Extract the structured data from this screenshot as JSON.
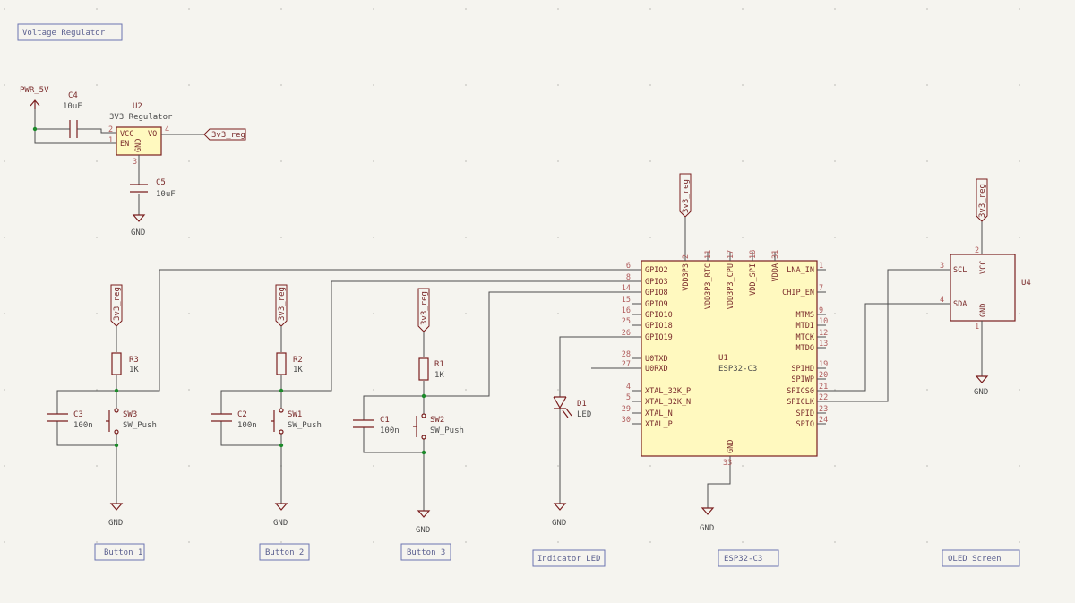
{
  "labels": {
    "voltage_regulator": "Voltage Regulator",
    "button1": "Button 1",
    "button2": "Button 2",
    "button3": "Button 3",
    "indicator_led": "Indicator LED",
    "esp32c3": "ESP32-C3",
    "oled_screen": "OLED Screen"
  },
  "power": {
    "pwr5v": "PWR_5V",
    "gnd": "GND",
    "net_3v3": "3v3_reg"
  },
  "regulator": {
    "c4_ref": "C4",
    "c4_val": "10uF",
    "u2_ref": "U2",
    "u2_val": "3V3 Regulator",
    "pins": {
      "vcc": "VCC",
      "en": "EN",
      "gnd": "GND",
      "vo": "VO"
    },
    "pinnums": {
      "vcc": "2",
      "en": "1",
      "gnd": "3",
      "vo": "4"
    },
    "c5_ref": "C5",
    "c5_val": "10uF"
  },
  "buttons": {
    "r3": "R3",
    "r2": "R2",
    "r1": "R1",
    "rval": "1K",
    "c3": "C3",
    "c2": "C2",
    "c1": "C1",
    "cval": "100n",
    "sw3": "SW3",
    "sw1": "SW1",
    "sw2": "SW2",
    "swval": "SW_Push"
  },
  "led": {
    "ref": "D1",
    "val": "LED"
  },
  "esp": {
    "ref": "U1",
    "val": "ESP32-C3",
    "left_pins": [
      {
        "name": "GPIO2",
        "num": "6"
      },
      {
        "name": "GPIO3",
        "num": "8"
      },
      {
        "name": "GPIO8",
        "num": "14"
      },
      {
        "name": "GPIO9",
        "num": "15"
      },
      {
        "name": "GPIO10",
        "num": "16"
      },
      {
        "name": "GPIO18",
        "num": "25"
      },
      {
        "name": "GPIO19",
        "num": "26"
      },
      {
        "name": "U0TXD",
        "num": "28"
      },
      {
        "name": "U0RXD",
        "num": "27"
      },
      {
        "name": "XTAL_32K_P",
        "num": "4"
      },
      {
        "name": "XTAL_32K_N",
        "num": "5"
      },
      {
        "name": "XTAL_N",
        "num": "29"
      },
      {
        "name": "XTAL_P",
        "num": "30"
      }
    ],
    "right_pins": [
      {
        "name": "LNA_IN",
        "num": "1"
      },
      {
        "name": "CHIP_EN",
        "num": "7"
      },
      {
        "name": "MTMS",
        "num": "9"
      },
      {
        "name": "MTDI",
        "num": "10"
      },
      {
        "name": "MTCK",
        "num": "12"
      },
      {
        "name": "MTDO",
        "num": "13"
      },
      {
        "name": "SPIHD",
        "num": "19"
      },
      {
        "name": "SPIWP",
        "num": "20"
      },
      {
        "name": "SPICS0",
        "num": "21"
      },
      {
        "name": "SPICLK",
        "num": "22"
      },
      {
        "name": "SPID",
        "num": "23"
      },
      {
        "name": "SPIQ",
        "num": "24"
      }
    ],
    "top_pins": [
      {
        "name": "VDD3P3",
        "num": "2"
      },
      {
        "name": "VDD3P3_RTC",
        "num": "11"
      },
      {
        "name": "VDD3P3_CPU",
        "num": "17"
      },
      {
        "name": "VDD_SPI",
        "num": "18"
      },
      {
        "name": "VDDA",
        "num": "31"
      }
    ],
    "bottom_pin": {
      "name": "GND",
      "num": "33"
    }
  },
  "oled": {
    "ref": "U4",
    "pins": {
      "scl": "SCL",
      "sda": "SDA",
      "vcc": "VCC",
      "gnd": "GND"
    },
    "pinnums": {
      "scl": "3",
      "sda": "4",
      "vcc": "2",
      "gnd": "1"
    }
  }
}
